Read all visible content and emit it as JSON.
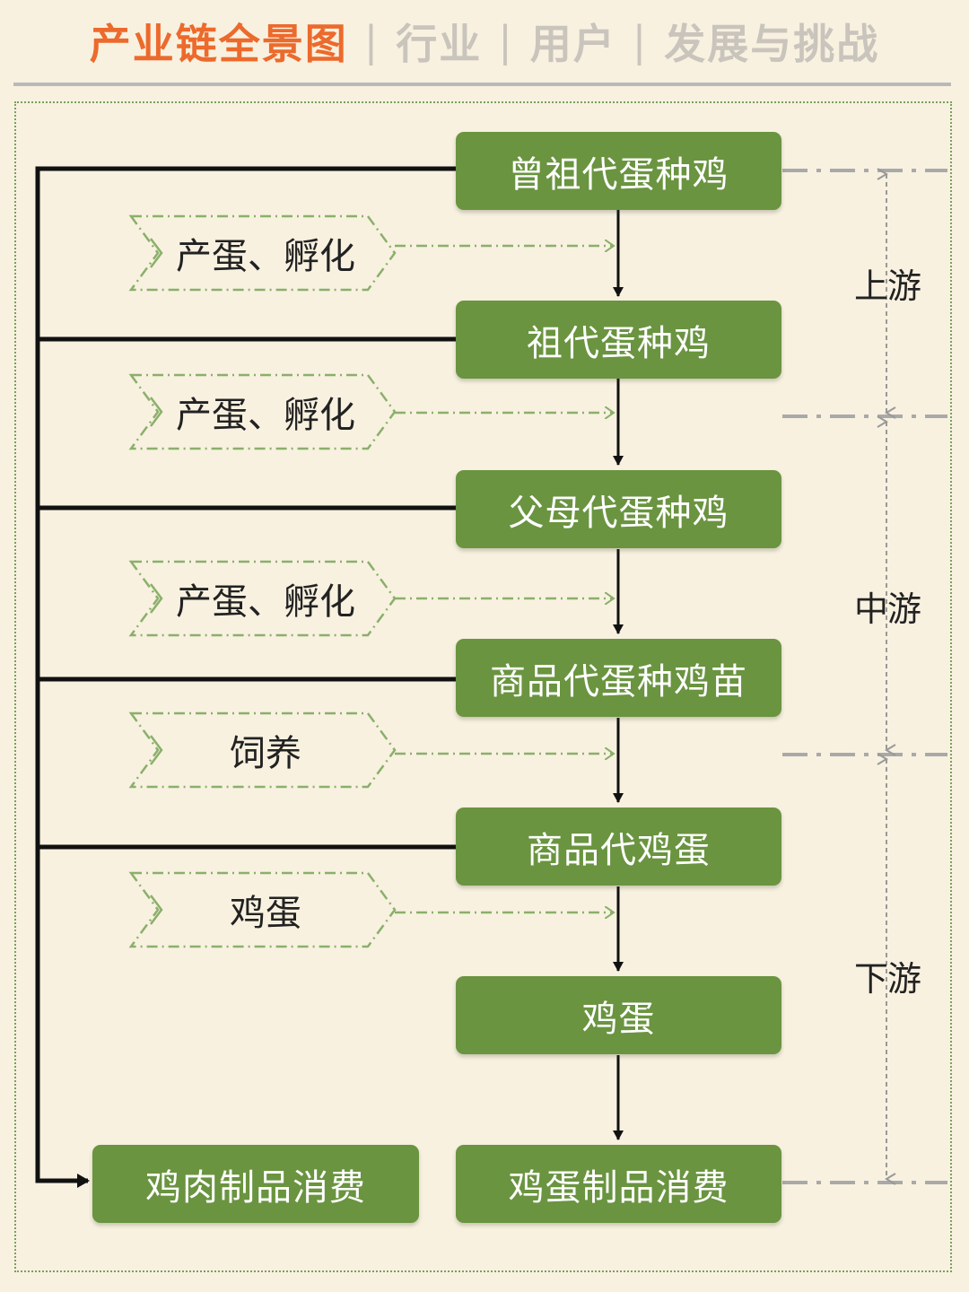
{
  "tabs": [
    {
      "label": "产业链全景图",
      "active": true
    },
    {
      "label": "行业",
      "active": false
    },
    {
      "label": "用户",
      "active": false
    },
    {
      "label": "发展与挑战",
      "active": false
    }
  ],
  "tab_separator": "|",
  "chain": {
    "stages": [
      "曾祖代蛋种鸡",
      "祖代蛋种鸡",
      "父母代蛋种鸡",
      "商品代蛋种鸡苗",
      "商品代鸡蛋",
      "鸡蛋",
      "鸡蛋制品消费"
    ],
    "processes": [
      "产蛋、孵化",
      "产蛋、孵化",
      "产蛋、孵化",
      "饲养",
      "鸡蛋"
    ],
    "side_output": "鸡肉制品消费"
  },
  "segments": {
    "upstream": "上游",
    "midstream": "中游",
    "downstream": "下游"
  },
  "colors": {
    "node": "#6a9440",
    "active_tab": "#ec6a2c",
    "inactive_tab": "#c9c4bc",
    "background": "#f8f1e0"
  }
}
